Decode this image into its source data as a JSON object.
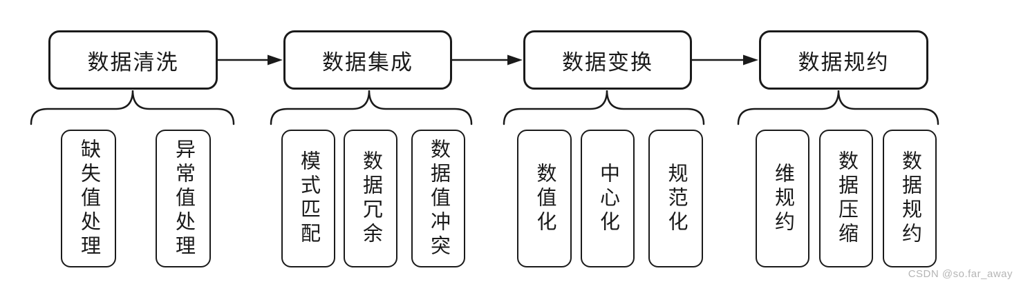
{
  "diagram": {
    "stages": [
      {
        "label": "数据清洗",
        "children": [
          "缺失值处理",
          "异常值处理"
        ]
      },
      {
        "label": "数据集成",
        "children": [
          "模式匹配",
          "数据冗余",
          "数据值冲突"
        ]
      },
      {
        "label": "数据变换",
        "children": [
          "数值化",
          "中心化",
          "规范化"
        ]
      },
      {
        "label": "数据规约",
        "children": [
          "维规约",
          "数据压缩",
          "数据规约"
        ]
      }
    ]
  },
  "watermark": "CSDN @so.far_away",
  "colors": {
    "stroke": "#1a1a1a",
    "background": "#ffffff",
    "watermark": "#b5b5b5"
  }
}
